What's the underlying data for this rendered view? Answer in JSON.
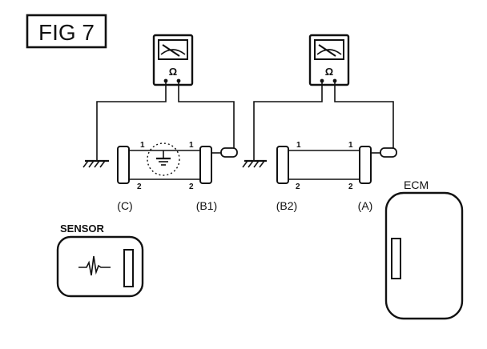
{
  "figure": {
    "title": "FIG 7"
  },
  "meters": [
    {
      "symbol": "Ω",
      "icon": "ohmmeter-icon"
    },
    {
      "symbol": "Ω",
      "icon": "ohmmeter-icon"
    }
  ],
  "connectors": {
    "c": "(C)",
    "b1": "(B1)",
    "b2": "(B2)",
    "a": "(A)"
  },
  "pins": {
    "one": "1",
    "two": "2"
  },
  "components": {
    "sensor": "SENSOR",
    "ecm": "ECM"
  },
  "icons": [
    "ground-icon",
    "ohmmeter-icon",
    "waveform-icon",
    "probe-icon"
  ]
}
